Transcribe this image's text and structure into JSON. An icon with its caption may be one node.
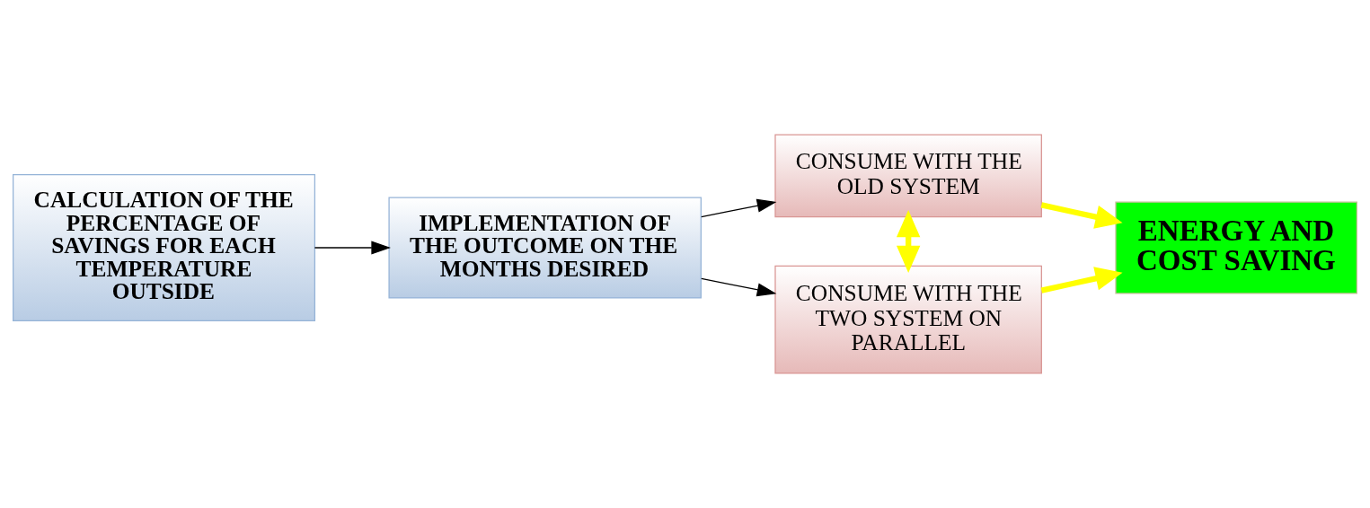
{
  "diagram": {
    "nodes": [
      {
        "text": [
          "CALCULATION OF THE PERCENTAGE OF SAVINGS FOR EACH TEMPERATURE OUTSIDE"
        ]
      },
      {
        "text": [
          "IMPLEMENTATION OF THE OUTCOME ON THE MONTHS DESIRED"
        ]
      },
      {
        "text": [
          "CONSUME WITH THE OLD SYSTEM"
        ]
      },
      {
        "text": [
          "CONSUME WITH THE TWO SYSTEM ON PARALLEL"
        ]
      },
      {
        "text": [
          "ENERGY AND COST SAVING"
        ]
      }
    ],
    "edges": [
      {
        "from": 0,
        "to": 1,
        "arrow": "to"
      },
      {
        "from": 1,
        "to": 2,
        "arrow": "to"
      },
      {
        "from": 1,
        "to": 3,
        "arrow": "to"
      },
      {
        "from": 2,
        "to": 3,
        "arrow": "both",
        "style": "thick",
        "color": "#ffff00"
      },
      {
        "from": 2,
        "to": 4,
        "arrow": "to",
        "style": "thick",
        "color": "#ffff00"
      },
      {
        "from": 3,
        "to": 4,
        "arrow": "to",
        "style": "thick",
        "color": "#ffff00"
      }
    ]
  }
}
